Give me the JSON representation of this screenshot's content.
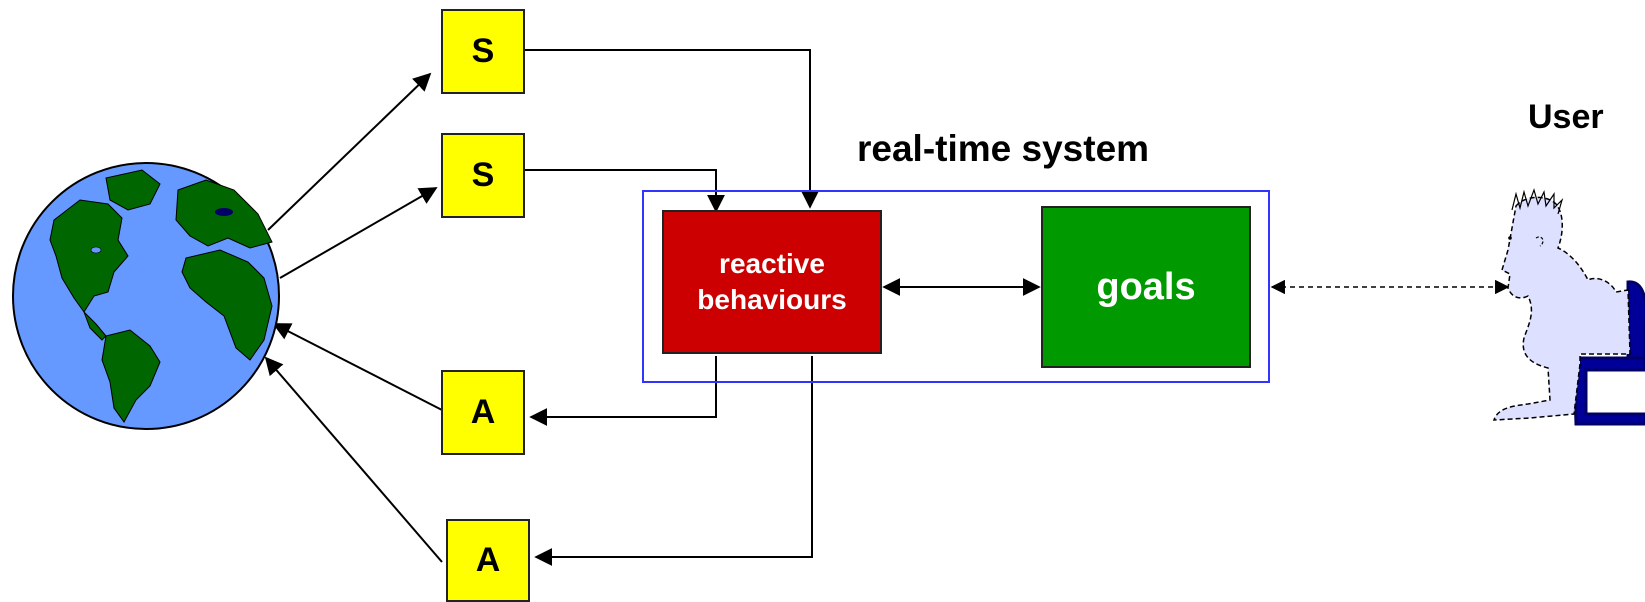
{
  "nodes": {
    "sensor_1": "S",
    "sensor_2": "S",
    "actuator_1": "A",
    "actuator_2": "A",
    "reactive": [
      "reactive",
      "behaviours"
    ],
    "goals": "goals"
  },
  "labels": {
    "system": "real-time system",
    "user": "User"
  },
  "icons": {
    "world": "globe-icon",
    "user": "seated-person-icon"
  },
  "colors": {
    "sensor": "#ffff00",
    "reactive": "#cc0000",
    "goals": "#009900",
    "system_border": "#3333ff",
    "ocean": "#6699ff",
    "land": "#006600",
    "user_body": "#dde0ff",
    "chair": "#000099"
  }
}
